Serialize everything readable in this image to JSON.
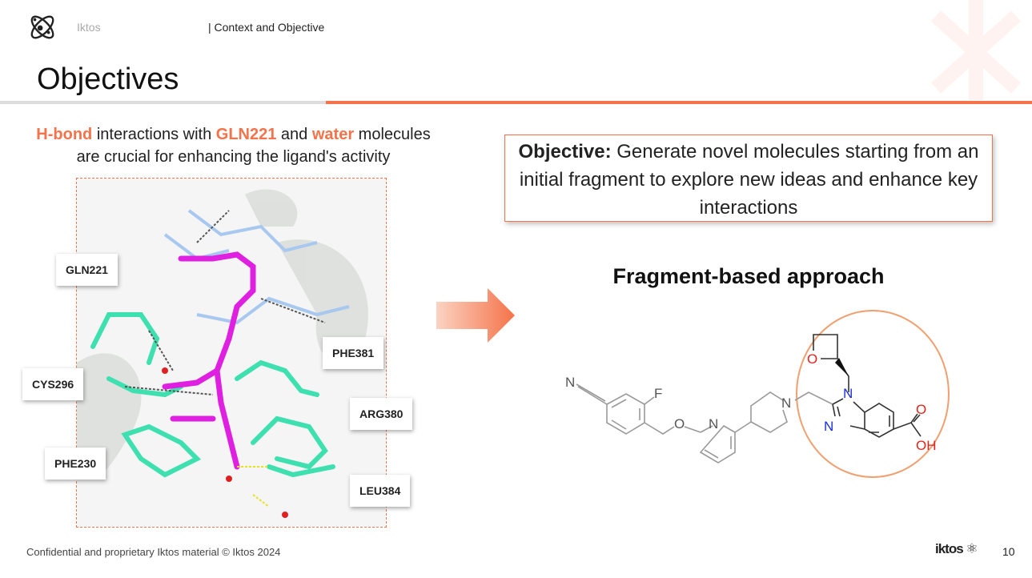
{
  "header": {
    "brand": "Iktos",
    "section": "| Context and Objective",
    "title": "Objectives"
  },
  "left": {
    "headline": {
      "part1": "H-bond",
      "part2": " interactions with ",
      "part3": "GLN221",
      "part4": " and ",
      "part5": "water",
      "part6": " molecules",
      "line2": "are crucial for enhancing the ligand's activity"
    },
    "residues": [
      "GLN221",
      "CYS296",
      "PHE230",
      "PHE381",
      "ARG380",
      "LEU384"
    ]
  },
  "right": {
    "objective_label": "Objective:",
    "objective_text": " Generate novel molecules starting from an initial fragment to explore new ideas and enhance key interactions",
    "approach_title": "Fragment-based approach",
    "atoms": {
      "nitrile_n": "N",
      "fluorine": "F",
      "ether_o": "O",
      "pyridine_n": "N",
      "piperidine_n": "N",
      "imidazole_n1": "N",
      "imidazole_n3": "N",
      "oxetane_o": "O",
      "carbonyl_o": "O",
      "hydroxyl": "OH"
    }
  },
  "footer": {
    "text": "Confidential and proprietary Iktos material   © Iktos 2024",
    "logo": "iktos",
    "page": "10"
  },
  "colors": {
    "accent": "#f4734a",
    "nitrogen": "#1a2fd6",
    "oxygen": "#e0231b"
  }
}
